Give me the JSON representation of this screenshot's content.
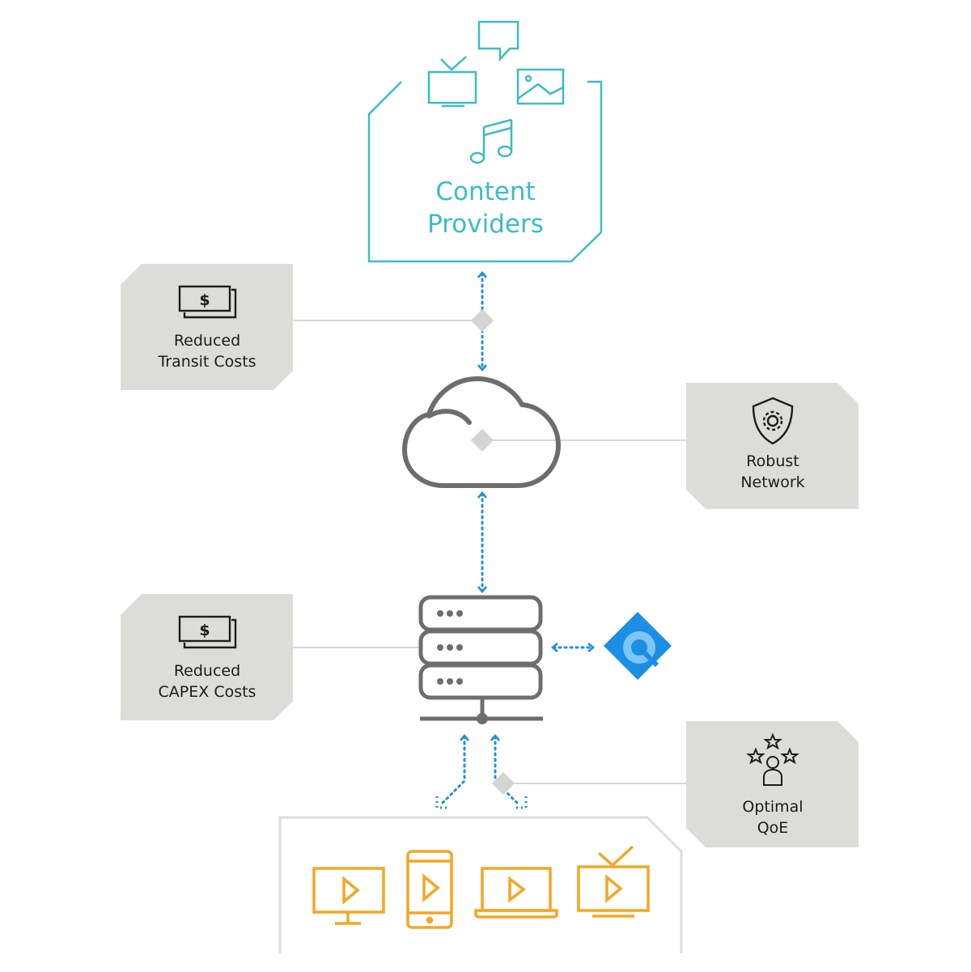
{
  "content_providers": {
    "line1": "Content",
    "line2": "Providers"
  },
  "benefits": {
    "transit": {
      "line1": "Reduced",
      "line2": "Transit Costs",
      "icon": "money-icon"
    },
    "network": {
      "line1": "Robust",
      "line2": "Network",
      "icon": "shield-gear-icon"
    },
    "capex": {
      "line1": "Reduced",
      "line2": "CAPEX Costs",
      "icon": "money-icon"
    },
    "qoe": {
      "line1": "Optimal",
      "line2": "QoE",
      "icon": "user-stars-icon"
    }
  },
  "colors": {
    "teal": "#3bbcc6",
    "blue": "#1e8fe0",
    "gray_box": "#dcdcd8",
    "line": "#d8d8d8",
    "dark_gray": "#6d6d6d",
    "orange": "#f5a623",
    "logo_blue": "#1a8fe3",
    "logo_light": "#7cc6f6"
  },
  "icons": {
    "providers": [
      "tv-icon",
      "chat-icon",
      "image-icon",
      "music-icon"
    ],
    "hub": [
      "cloud-icon",
      "server-stack-icon",
      "cache-logo-icon"
    ],
    "devices": [
      "monitor-play-icon",
      "phone-play-icon",
      "laptop-play-icon",
      "tv-play-icon"
    ]
  }
}
